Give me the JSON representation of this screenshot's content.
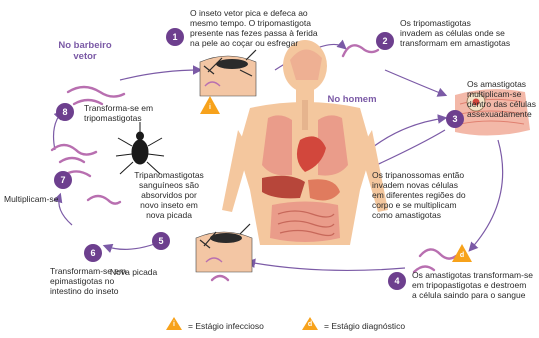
{
  "titles": {
    "vector": "No barbeiro\nvetor",
    "human": "No homem"
  },
  "steps": [
    {
      "num": "1",
      "text": "O inseto vetor pica e defeca ao\nmesmo tempo. O tripomastigota\npresente nas fezes passa à ferida\nna pele ao coçar ou esfregar"
    },
    {
      "num": "2",
      "text": "Os tripomastigotas\ninvadem as células onde se\ntransformam em amastigotas"
    },
    {
      "num": "3",
      "text": "Os amastigotas\nmultiplicam-se\ndentro das células\nassexuadamente"
    },
    {
      "num": "4",
      "text": "Os amastigotas transformam-se\nem tripopastigotas e destroem\na célula saindo para o sangue"
    },
    {
      "num": "5",
      "text": "Nova picada"
    },
    {
      "num": "6",
      "text": "Transformam-se em\nepimastigotas no\nintestino do inseto"
    },
    {
      "num": "7",
      "text": "Multiplicam-se"
    },
    {
      "num": "8",
      "text": "Transforma-se em\ntripomastigotas"
    }
  ],
  "notes": {
    "invade": "Os tripanossomas então\ninvadem novas células\nem diferentes regiões do\ncorpo e se multiplicam\ncomo amastigotas",
    "absorbed": "Tripanomastigotas\nsanguíneos são\nabsorvidos por\nnovo inseto em\nnova picada"
  },
  "legend": {
    "infective_letter": "i",
    "infective_label": "= Estágio infeccioso",
    "diagnostic_letter": "d",
    "diagnostic_label": "= Estágio diagnóstico"
  },
  "colors": {
    "badge": "#6d3f8e",
    "arrow": "#7b5aa6",
    "parasite": "#b86fb0",
    "stage_marker": "#f7a21b",
    "body_skin": "#f4c79e",
    "organ_red": "#d2473c",
    "organ_pink": "#ea9c8a"
  }
}
